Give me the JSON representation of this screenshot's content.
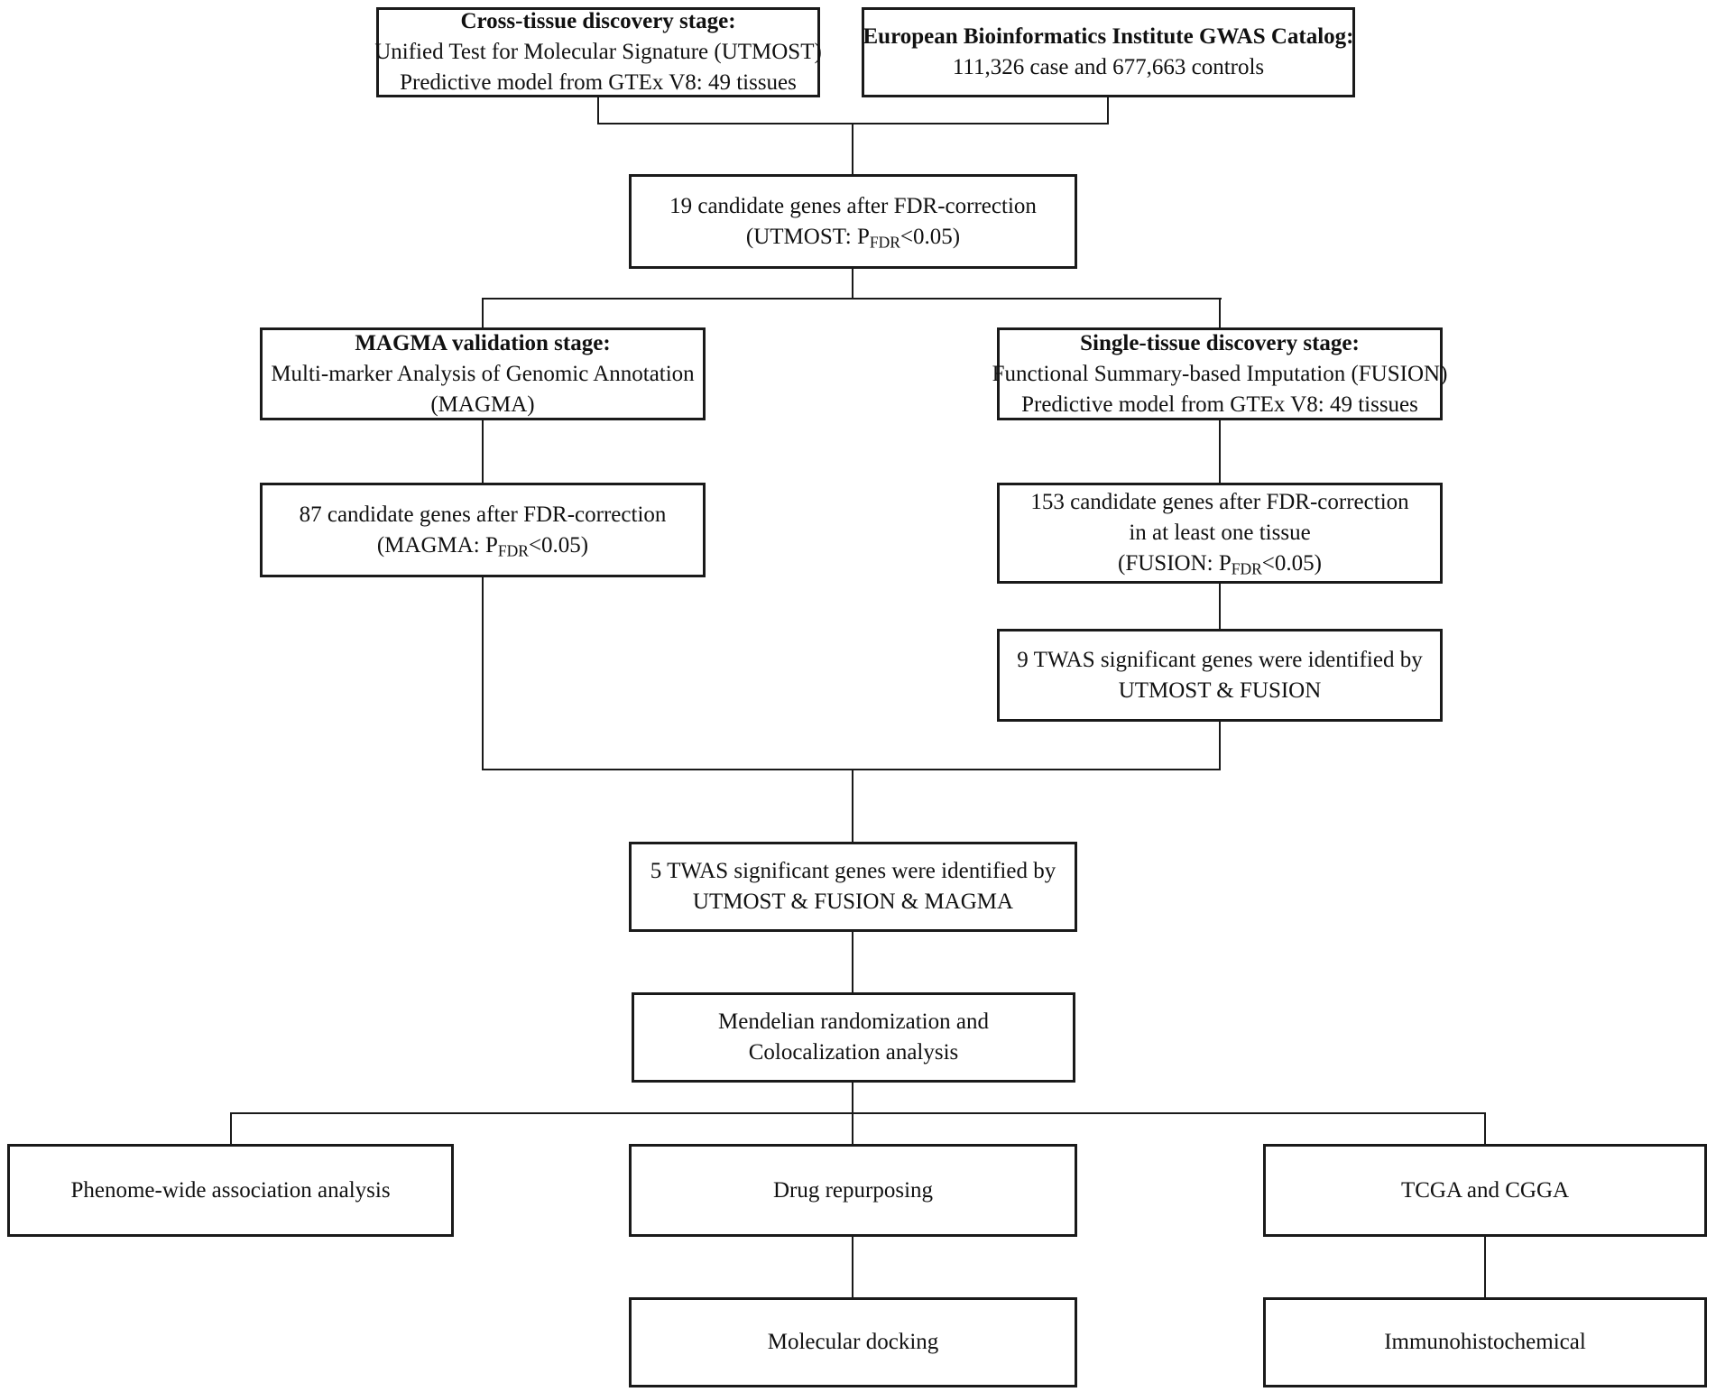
{
  "figure": {
    "description": "Study design flowchart: TWAS discovery and validation pipeline with downstream analyses"
  },
  "colors": {
    "box_border": "#1a1a1a",
    "connector_line": "#1a1a1a",
    "text": "#111111",
    "background": "#ffffff"
  },
  "boxes": {
    "utmost": {
      "line1": "Cross-tissue discovery stage:",
      "line2": "Unified Test for Molecular Signature (UTMOST)",
      "line3": "Predictive model from GTEx V8: 49 tissues"
    },
    "gwas": {
      "line1": "European Bioinformatics Institute GWAS Catalog:",
      "line2": "111,326 case and 677,663 controls"
    },
    "fdr19": {
      "line1": "19 candidate genes after FDR-correction",
      "line2_prefix": "(UTMOST: P",
      "line2_sub": "FDR",
      "line2_suffix": "<0.05)"
    },
    "magma": {
      "line1": "MAGMA validation stage:",
      "line2": "Multi-marker Analysis of Genomic Annotation",
      "line3": "(MAGMA)"
    },
    "fusion": {
      "line1": "Single-tissue discovery stage:",
      "line2": "Functional Summary-based Imputation (FUSION)",
      "line3": "Predictive model from GTEx V8: 49 tissues"
    },
    "fdr87": {
      "line1": "87 candidate genes after FDR-correction",
      "line2_prefix": "(MAGMA: P",
      "line2_sub": "FDR",
      "line2_suffix": "<0.05)"
    },
    "fdr153": {
      "line1": "153 candidate genes after FDR-correction",
      "line2": "in at least one tissue",
      "line3_prefix": "(FUSION: P",
      "line3_sub": "FDR",
      "line3_suffix": "<0.05)"
    },
    "twas9": {
      "line1": "9 TWAS significant genes were identified by",
      "line2": "UTMOST & FUSION"
    },
    "twas5": {
      "line1": "5 TWAS significant genes were identified by",
      "line2": "UTMOST & FUSION & MAGMA"
    },
    "mendelian": {
      "line1": "Mendelian randomization and",
      "line2": "Colocalization analysis"
    },
    "phewas": {
      "line1": "Phenome-wide association analysis"
    },
    "drug": {
      "line1": "Drug repurposing"
    },
    "tcga": {
      "line1": "TCGA and CGGA"
    },
    "docking": {
      "line1": "Molecular docking"
    },
    "ihc": {
      "line1": "Immunohistochemical"
    }
  }
}
